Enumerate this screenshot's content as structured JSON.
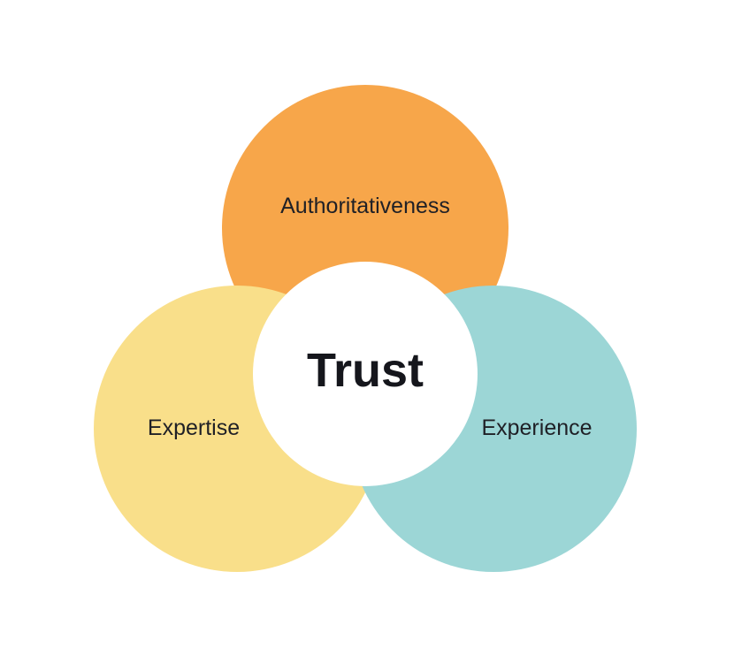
{
  "diagram": {
    "center": {
      "label": "Trust",
      "color": "#ffffff"
    },
    "circles": [
      {
        "id": "authoritativeness",
        "label": "Authoritativeness",
        "color": "#F7A64A"
      },
      {
        "id": "expertise",
        "label": "Expertise",
        "color": "#F9DF8A"
      },
      {
        "id": "experience",
        "label": "Experience",
        "color": "#9CD6D6"
      }
    ]
  }
}
